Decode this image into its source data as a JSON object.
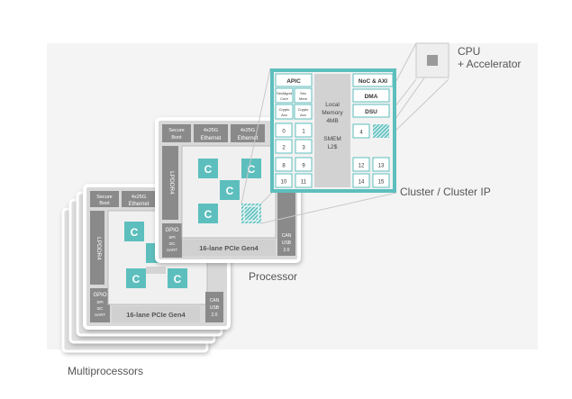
{
  "labels": {
    "cpu_line1": "CPU",
    "cpu_line2": "+ Accelerator",
    "cluster": "Cluster / Cluster IP",
    "processor": "Processor",
    "multiprocessors": "Multiprocessors"
  },
  "chip": {
    "secure_boot": [
      "Secure",
      "Boot"
    ],
    "ethernet": [
      "4x25G",
      "Ethernet"
    ],
    "lpddr": "LPDDR4",
    "core_label": "C",
    "gpio": "GPIO",
    "spi": "SPI",
    "i2c": "I2C",
    "uart": "UART",
    "pcie": "16-lane PCIe Gen4",
    "can_usb": [
      "CAN",
      "USB",
      "2.0"
    ]
  },
  "cluster": {
    "apic": "APIC",
    "noc_axi": "NoC & AXI",
    "dma": "DMA",
    "dsu": "DSU",
    "secmgmt": [
      "SecMgmt",
      "Core"
    ],
    "sysmem": [
      "Sec",
      "Mem"
    ],
    "crypto1": [
      "Crypto",
      "Acc"
    ],
    "crypto2": [
      "Crypto",
      "Acc"
    ],
    "local_memory": [
      "Local",
      "Memory",
      "4MB"
    ],
    "smem": [
      "SMEM",
      "L2$"
    ],
    "core_numbers_left": [
      "0",
      "1",
      "2",
      "3",
      "8",
      "9",
      "10",
      "11"
    ],
    "core_numbers_right": [
      "4",
      "12",
      "13",
      "14",
      "15"
    ]
  },
  "colors": {
    "teal": "#5dbfbd",
    "chip_gray": "#8a8a8a",
    "panel_gray": "#e2e2e2"
  }
}
